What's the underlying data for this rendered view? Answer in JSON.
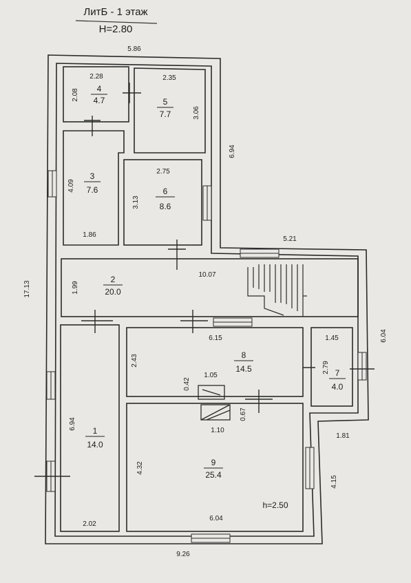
{
  "header": {
    "title": "ЛитБ - 1 этаж",
    "height": "H=2.80"
  },
  "rooms": [
    {
      "number": "1",
      "area": "14.0"
    },
    {
      "number": "2",
      "area": "20.0"
    },
    {
      "number": "3",
      "area": "7.6"
    },
    {
      "number": "4",
      "area": "4.7"
    },
    {
      "number": "5",
      "area": "7.7"
    },
    {
      "number": "6",
      "area": "8.6"
    },
    {
      "number": "7",
      "area": "4.0"
    },
    {
      "number": "8",
      "area": "14.5"
    },
    {
      "number": "9",
      "area": "25.4"
    }
  ],
  "dimensions": {
    "top_width": "5.86",
    "right_upper_height": "6.94",
    "step_width": "5.21",
    "total_height": "17.13",
    "right_mid_height": "6.04",
    "right_step": "1.81",
    "right_lower_height": "4.15",
    "bottom_width": "9.26",
    "r4_w": "2.28",
    "r4_h": "2.08",
    "r5_w": "2.35",
    "r5_h": "3.06",
    "r3_h": "4.09",
    "r3_w": "1.86",
    "r6_w": "2.75",
    "r6_h": "3.13",
    "r2_h": "1.99",
    "r2_w": "10.07",
    "r8_w": "6.15",
    "r8_h": "2.43",
    "r7_w": "1.45",
    "r7_h": "2.79",
    "r1_h": "6.94",
    "r1_w": "2.02",
    "r9_h": "4.32",
    "r9_w": "6.04",
    "stove_h": "0.42",
    "stove_w": "1.05",
    "chimney_h": "0.67",
    "chimney_w": "1.10"
  },
  "ceiling_note": "h=2.50"
}
